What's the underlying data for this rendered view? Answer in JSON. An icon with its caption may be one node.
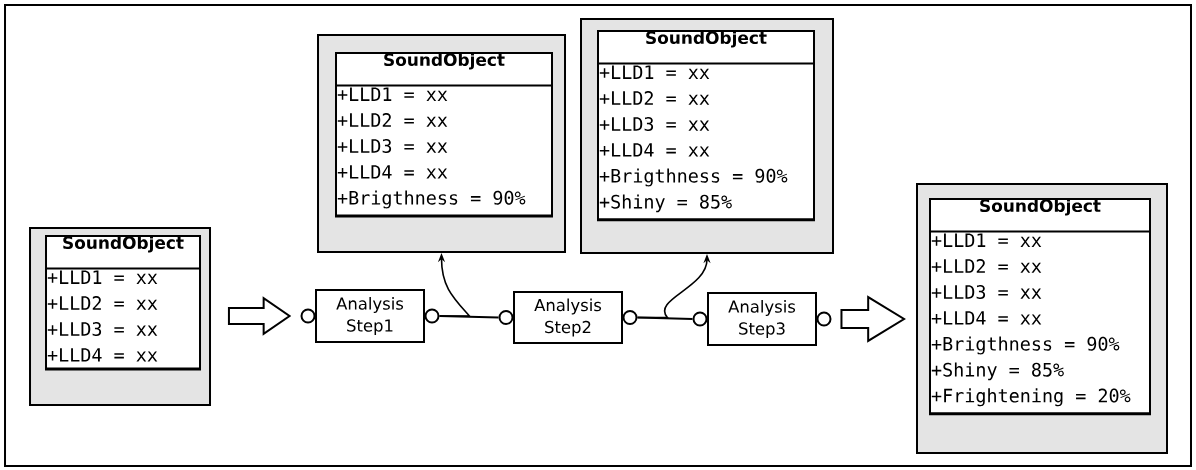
{
  "diagram": {
    "nodes": [
      {
        "text": [],
        "shape": "box"
      },
      {
        "text": [
          "SoundObject",
          "+LLD1 = xx",
          "+LLD2 = xx",
          "+LLD3 = xx",
          "+LLD4 = xx"
        ],
        "in": 0
      },
      {
        "text": [],
        "shape": "circle"
      },
      {
        "text": [
          "Analysis Step1"
        ]
      },
      {
        "text": [],
        "shape": "circle"
      },
      {
        "text": [],
        "shape": "box"
      },
      {
        "text": [
          "SoundObject",
          "+LLD1 = xx",
          "+LLD2 = xx",
          "+LLD3 = xx",
          "+LLD4 = xx",
          "+Brigthness = 90%"
        ],
        "in": 5
      },
      {
        "text": [],
        "shape": "circle"
      },
      {
        "text": [
          "Analysis Step2"
        ]
      },
      {
        "text": [],
        "shape": "circle"
      },
      {
        "text": [],
        "shape": "box"
      },
      {
        "text": [
          "SoundObject",
          "+LLD1 = xx",
          "+LLD2 = xx",
          "+LLD3 = xx",
          "+LLD4 = xx",
          "+Brigthness = 90%",
          "+Shiny = 85%"
        ],
        "in": 10
      },
      {
        "text": [],
        "shape": "circle"
      },
      {
        "text": [
          "Analysis Step3"
        ]
      },
      {
        "text": [],
        "shape": "circle"
      },
      {
        "text": [],
        "shape": "box"
      },
      {
        "text": [
          "SoundObject",
          "+LLD1 = xx",
          "+LLD2 = xx",
          "+LLD3 = xx",
          "+LLD4 = xx",
          "+Brigthness = 90%",
          "+Shiny = 85%",
          "+Frightening = 20%"
        ],
        "in": 15
      }
    ],
    "edges": [
      {
        "from": 0,
        "to": 2,
        "arrow": "to",
        "style": "thick"
      },
      {
        "from": 4,
        "to": 7,
        "arrow": "none"
      },
      {
        "from": 4,
        "to": 5,
        "arrow": "to"
      },
      {
        "from": 9,
        "to": 12,
        "arrow": "none"
      },
      {
        "from": 9,
        "to": 10,
        "arrow": "to"
      },
      {
        "from": 14,
        "to": 15,
        "arrow": "to",
        "style": "thick"
      }
    ]
  }
}
